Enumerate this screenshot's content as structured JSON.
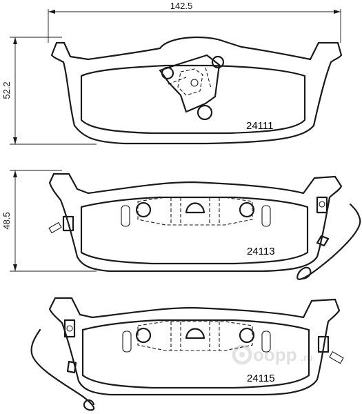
{
  "dimensions": {
    "width_value": "142.5",
    "height_top_value": "52.2",
    "height_mid_value": "48.5"
  },
  "parts": [
    {
      "number": "24111"
    },
    {
      "number": "24113"
    },
    {
      "number": "24115"
    }
  ],
  "watermark": {
    "brand": "oopp",
    "suffix": ".ru"
  }
}
